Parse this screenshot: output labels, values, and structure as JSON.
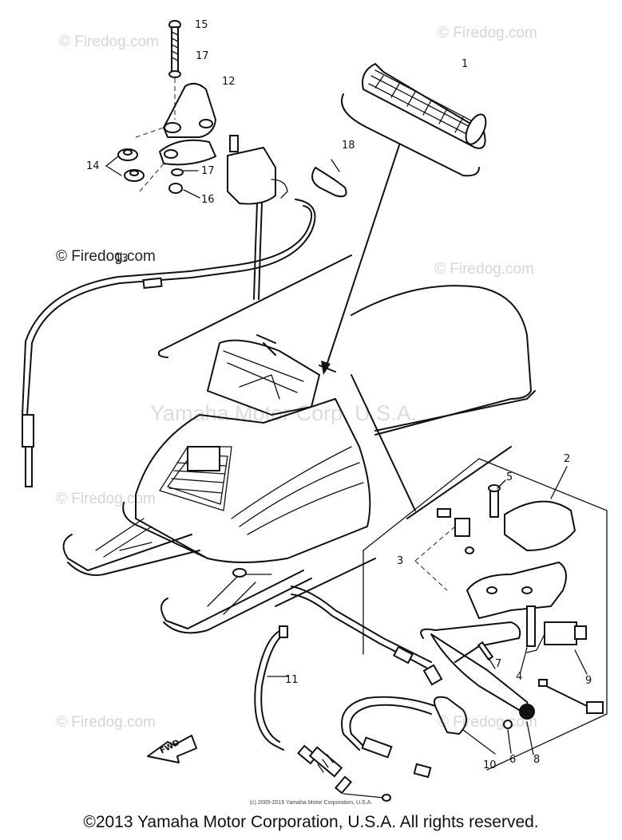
{
  "watermarks": {
    "firedog": "© Firedog.com",
    "yamaha_center": "Yamaha Motor Corp, U.S.A."
  },
  "callouts": [
    "1",
    "2",
    "3",
    "4",
    "5",
    "6",
    "7",
    "8",
    "9",
    "10",
    "11",
    "13",
    "12",
    "14",
    "15",
    "16",
    "17",
    "17",
    "18"
  ],
  "credit_small": "(c) 2005-2015 Yamaha Motor Corporation, U.S.A.",
  "footer_text": "©2013 Yamaha Motor Corporation, U.S.A. All rights reserved.",
  "fwd_label": "FWD"
}
